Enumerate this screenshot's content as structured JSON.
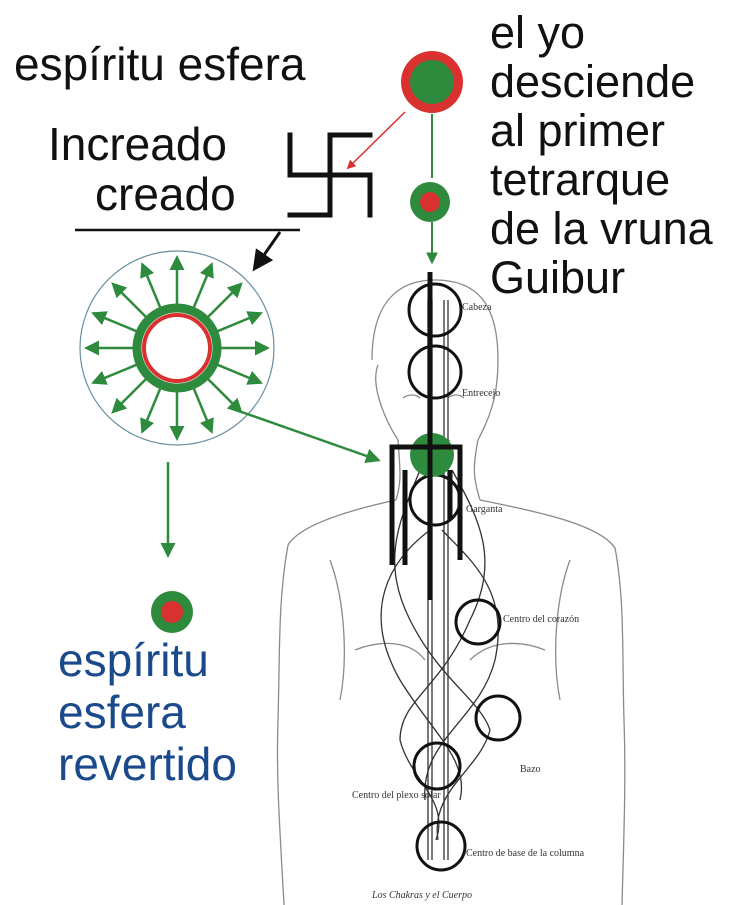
{
  "top_left": {
    "title": "espíritu esfera",
    "line1": "Increado",
    "line2": "creado"
  },
  "top_right": {
    "lines": [
      "el yo",
      "desciende",
      "al primer",
      "tetrarque",
      "de la vruna",
      "Guibur"
    ]
  },
  "bottom_left": {
    "lines": [
      "espíritu",
      "esfera",
      "revertido"
    ]
  },
  "body_labels": {
    "cabeza": "Cabeza",
    "entrecejo": "Entrecejo",
    "garganta": "Garganta",
    "corazon": "Centro del corazón",
    "bazo": "Bazo",
    "plexo": "Centro del plexo solar",
    "base": "Centro de base de la columna",
    "caption": "Los Chakras y el Cuerpo"
  },
  "colors": {
    "green": "#2e8b3d",
    "red": "#d93030",
    "blue_text": "#1b4a8c",
    "black": "#111111"
  }
}
